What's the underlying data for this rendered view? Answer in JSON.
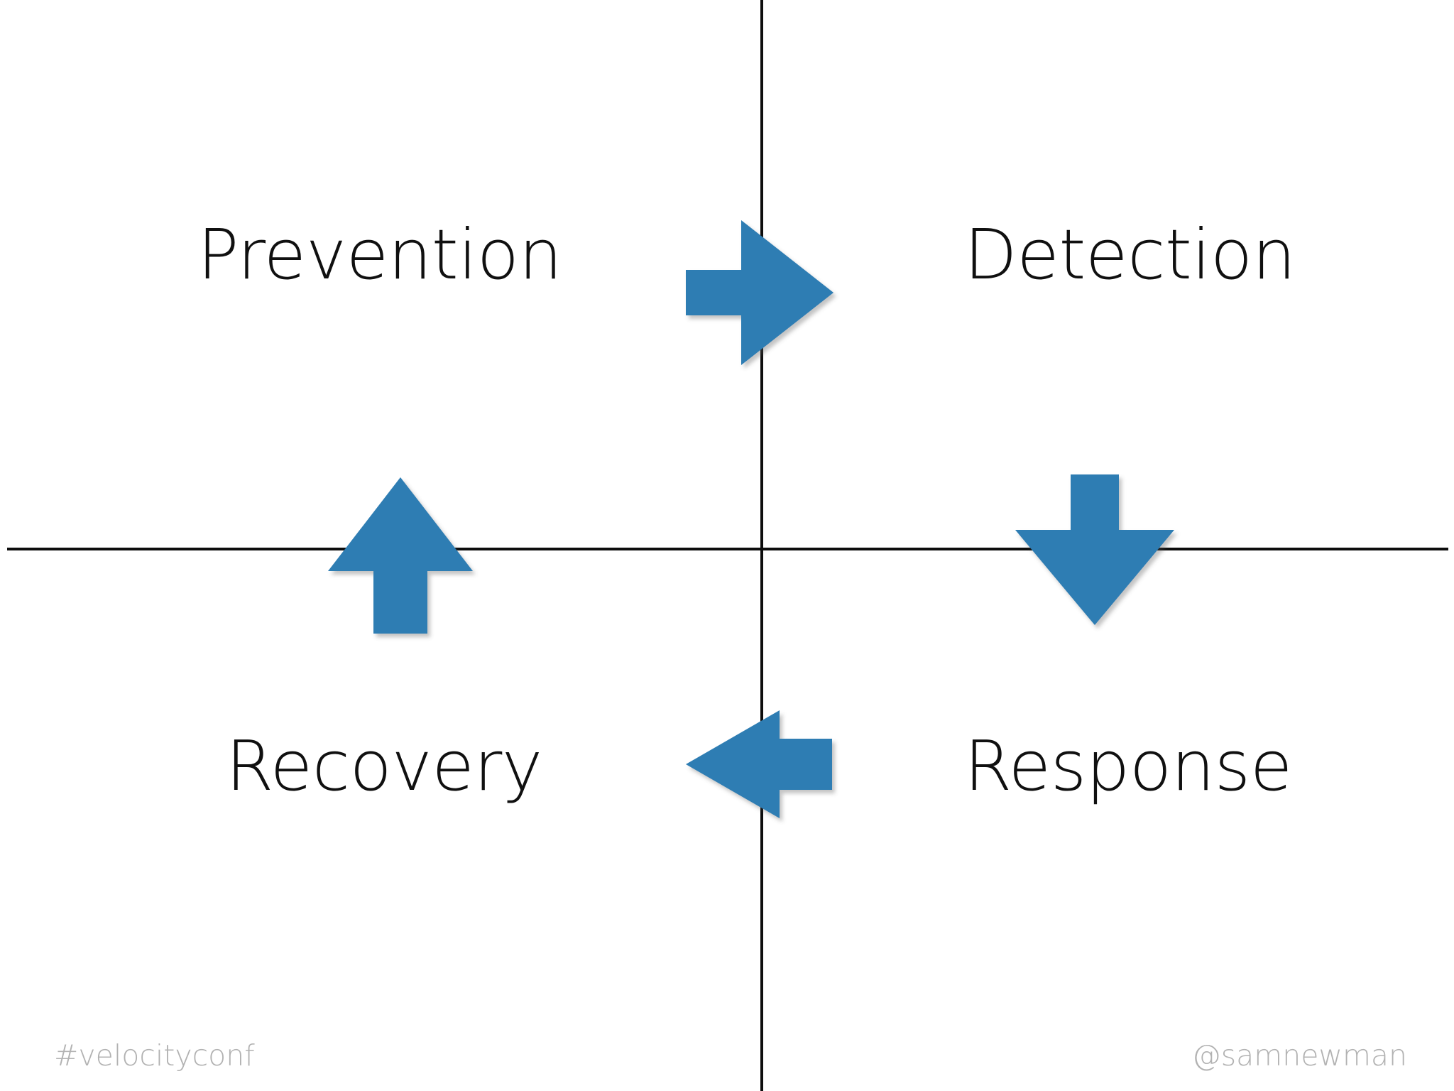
{
  "slide": {
    "title": "Security quadrant diagram",
    "background_color": "#ffffff",
    "axis_color": "#0d0d0d",
    "accent_color": "#2e7db3",
    "label_color": "#101010",
    "footer_color": "#b2b2b2"
  },
  "quadrants": [
    {
      "id": "prevention",
      "label": "Prevention",
      "position": "top-left"
    },
    {
      "id": "detection",
      "label": "Detection",
      "position": "top-right"
    },
    {
      "id": "recovery",
      "label": "Recovery",
      "position": "bottom-left"
    },
    {
      "id": "response",
      "label": "Response",
      "position": "bottom-right"
    }
  ],
  "arrows": [
    {
      "id": "prevention-to-detection",
      "direction": "right",
      "icon": "arrow-right-icon",
      "color": "#2e7db3"
    },
    {
      "id": "detection-to-response",
      "direction": "down",
      "icon": "arrow-down-icon",
      "color": "#2e7db3"
    },
    {
      "id": "response-to-recovery",
      "direction": "left",
      "icon": "arrow-left-icon",
      "color": "#2e7db3"
    },
    {
      "id": "recovery-to-prevention",
      "direction": "up",
      "icon": "arrow-up-icon",
      "color": "#2e7db3"
    }
  ],
  "footer": {
    "hashtag": "#velocityconf",
    "handle": "@samnewman"
  }
}
